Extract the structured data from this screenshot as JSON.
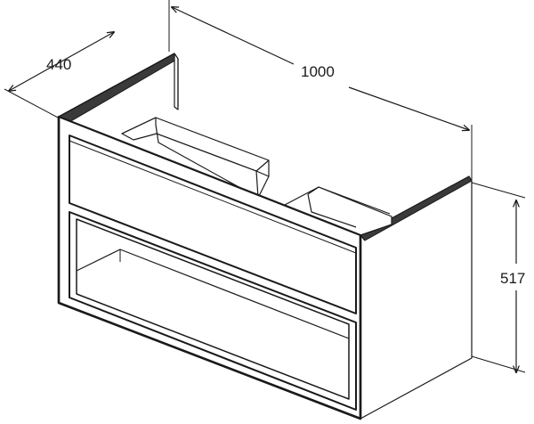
{
  "dimensions": {
    "depth": "440",
    "width": "1000",
    "height": "517"
  },
  "colors": {
    "line": "#1a1a1a",
    "background": "#ffffff"
  }
}
